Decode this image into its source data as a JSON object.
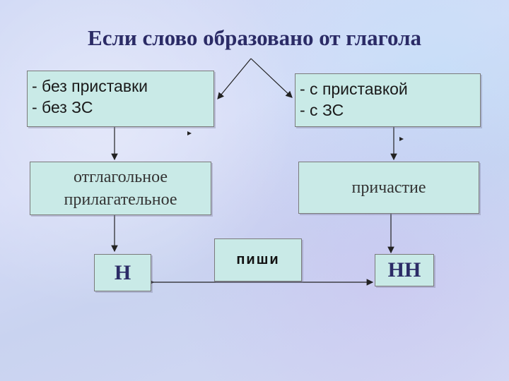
{
  "title": "Если слово образовано от глагола",
  "left_condition": {
    "line1": "- без приставки",
    "line2": "- без ЗС"
  },
  "right_condition": {
    "line1": "- с приставкой",
    "line2": "- с ЗС"
  },
  "left_category": {
    "line1": "отглагольное",
    "line2": "прилагательное"
  },
  "right_category": "причастие",
  "left_result": "Н",
  "right_result": "НН",
  "write_label": "пиши"
}
